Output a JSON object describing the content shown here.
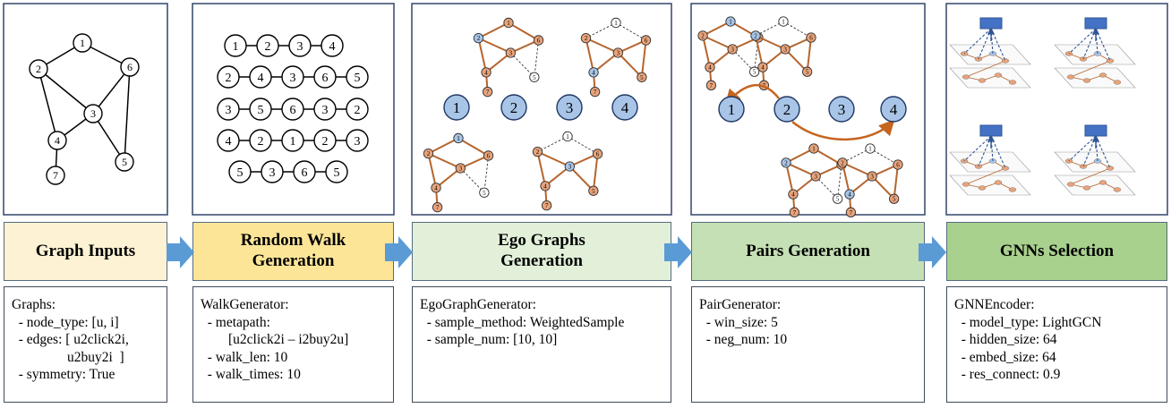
{
  "stages": [
    {
      "label": "Graph Inputs",
      "color": "#fdf2d3"
    },
    {
      "label": "Random Walk Generation",
      "color": "#fde598"
    },
    {
      "label": "Ego Graphs Generation",
      "color": "#e2f0d9"
    },
    {
      "label": "Pairs Generation",
      "color": "#c5e0b4"
    },
    {
      "label": "GNNs Selection",
      "color": "#a9d18e"
    }
  ],
  "configs": [
    {
      "lines": [
        "Graphs:",
        "  - node_type: [u, i]",
        "  - edges: [ u2click2i,",
        "                u2buy2i  ]",
        "  - symmetry: True"
      ]
    },
    {
      "lines": [
        "WalkGenerator:",
        "  - metapath:",
        "        [u2click2i – i2buy2u]",
        "  - walk_len: 10",
        "  - walk_times: 10"
      ]
    },
    {
      "lines": [
        "EgoGraphGenerator:",
        "  - sample_method: WeightedSample",
        "  - sample_num: [10, 10]"
      ]
    },
    {
      "lines": [
        "PairGenerator:",
        "  - win_size: 5",
        "  - neg_num: 10"
      ]
    },
    {
      "lines": [
        "GNNEncoder:",
        "  - model_type: LightGCN",
        "  - hidden_size: 64",
        "  - embed_size: 64",
        "  - res_connect: 0.9"
      ]
    }
  ],
  "graph_nodes": [
    "1",
    "2",
    "3",
    "4",
    "5",
    "6",
    "7"
  ],
  "random_walks": [
    [
      "1",
      "2",
      "3",
      "4"
    ],
    [
      "2",
      "4",
      "3",
      "6",
      "5"
    ],
    [
      "3",
      "5",
      "6",
      "3",
      "2"
    ],
    [
      "4",
      "2",
      "1",
      "2",
      "3"
    ],
    [
      "5",
      "3",
      "6",
      "5"
    ]
  ],
  "ego_centers": [
    "1",
    "2",
    "3",
    "4"
  ],
  "pair_centers": [
    "1",
    "2",
    "3",
    "4"
  ],
  "colors": {
    "orange": "#e8a37a",
    "blue": "#a8c4e6",
    "edge": "#b5652d",
    "arrow": "#5b9bd5",
    "gnn": "#4472c4"
  }
}
